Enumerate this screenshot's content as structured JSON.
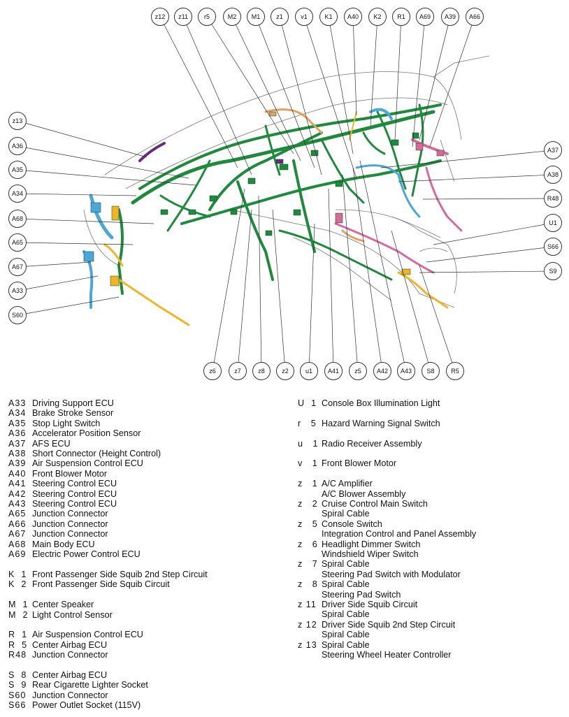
{
  "callouts_top": [
    "z12",
    "z11",
    "r5",
    "M2",
    "M1",
    "z1",
    "v1",
    "K1",
    "A40",
    "K2",
    "R1",
    "A69",
    "A39",
    "A66"
  ],
  "callouts_left": [
    "z13",
    "A36",
    "A35",
    "A34",
    "A68",
    "A65",
    "A67",
    "A33",
    "S60"
  ],
  "callouts_right": [
    "A37",
    "A38",
    "R48",
    "U1",
    "S66",
    "S9"
  ],
  "callouts_bottom": [
    "z6",
    "z7",
    "z8",
    "z2",
    "u1",
    "A41",
    "z5",
    "A42",
    "A43",
    "S8",
    "R5"
  ],
  "legend_left": [
    {
      "code": "A33",
      "desc": "Driving Support ECU"
    },
    {
      "code": "A34",
      "desc": "Brake Stroke Sensor"
    },
    {
      "code": "A35",
      "desc": "Stop Light Switch"
    },
    {
      "code": "A36",
      "desc": "Accelerator Position Sensor"
    },
    {
      "code": "A37",
      "desc": "AFS ECU"
    },
    {
      "code": "A38",
      "desc": "Short Connector (Height Control)"
    },
    {
      "code": "A39",
      "desc": "Air Suspension Control ECU"
    },
    {
      "code": "A40",
      "desc": "Front Blower Motor"
    },
    {
      "code": "A41",
      "desc": "Steering Control ECU"
    },
    {
      "code": "A42",
      "desc": "Steering Control ECU"
    },
    {
      "code": "A43",
      "desc": "Steering Control ECU"
    },
    {
      "code": "A65",
      "desc": "Junction Connector"
    },
    {
      "code": "A66",
      "desc": "Junction Connector"
    },
    {
      "code": "A67",
      "desc": "Junction Connector"
    },
    {
      "code": "A68",
      "desc": "Main Body ECU"
    },
    {
      "code": "A69",
      "desc": "Electric Power Control ECU"
    },
    {
      "gap": true
    },
    {
      "code": "K  1",
      "desc": "Front Passenger Side Squib 2nd Step Circuit"
    },
    {
      "code": "K  2",
      "desc": "Front Passenger Side Squib Circuit"
    },
    {
      "gap": true
    },
    {
      "code": "M  1",
      "desc": "Center Speaker"
    },
    {
      "code": "M  2",
      "desc": "Light Control Sensor"
    },
    {
      "gap": true
    },
    {
      "code": "R  1",
      "desc": "Air Suspension Control ECU"
    },
    {
      "code": "R  5",
      "desc": "Center Airbag ECU"
    },
    {
      "code": "R48",
      "desc": "Junction Connector"
    },
    {
      "gap": true
    },
    {
      "code": "S  8",
      "desc": "Center Airbag ECU"
    },
    {
      "code": "S  9",
      "desc": "Rear Cigarette Lighter Socket"
    },
    {
      "code": "S60",
      "desc": "Junction Connector"
    },
    {
      "code": "S66",
      "desc": "Power Outlet Socket (115V)"
    }
  ],
  "legend_right": [
    {
      "code": "U  1",
      "desc": "Console Box Illumination Light"
    },
    {
      "gap": true
    },
    {
      "code": "r   5",
      "desc": "Hazard Warning Signal Switch"
    },
    {
      "gap": true
    },
    {
      "code": "u   1",
      "desc": "Radio Receiver Assembly"
    },
    {
      "gap": true
    },
    {
      "code": "v   1",
      "desc": "Front Blower Motor"
    },
    {
      "gap": true
    },
    {
      "code": "z   1",
      "desc": "A/C Amplifier"
    },
    {
      "cont": "A/C Blower Assembly"
    },
    {
      "code": "z   2",
      "desc": "Cruise Control Main Switch"
    },
    {
      "cont": "Spiral Cable"
    },
    {
      "code": "z   5",
      "desc": "Console Switch"
    },
    {
      "cont": "Integration Control and Panel Assembly"
    },
    {
      "code": "z   6",
      "desc": "Headlight Dimmer Switch"
    },
    {
      "cont": "Windshield Wiper Switch"
    },
    {
      "code": "z   7",
      "desc": "Spiral Cable"
    },
    {
      "cont": "Steering Pad Switch with Modulator"
    },
    {
      "code": "z   8",
      "desc": "Spiral Cable"
    },
    {
      "cont": "Steering Pad Switch"
    },
    {
      "code": "z 11",
      "desc": "Driver Side Squib Circuit"
    },
    {
      "cont": "Spiral Cable"
    },
    {
      "code": "z 12",
      "desc": "Driver Side Squib 2nd Step Circuit"
    },
    {
      "cont": "Spiral Cable"
    },
    {
      "code": "z 13",
      "desc": "Spiral Cable"
    },
    {
      "cont": "Steering Wheel Heater Controller"
    }
  ],
  "colors": {
    "harness_green": "#1e8a3c",
    "harness_blue": "#4aa8d8",
    "harness_pink": "#d86a9a",
    "harness_yellow": "#f0b428",
    "harness_orange": "#e0a060",
    "harness_purple": "#6a2a7a",
    "outline": "#666666"
  }
}
